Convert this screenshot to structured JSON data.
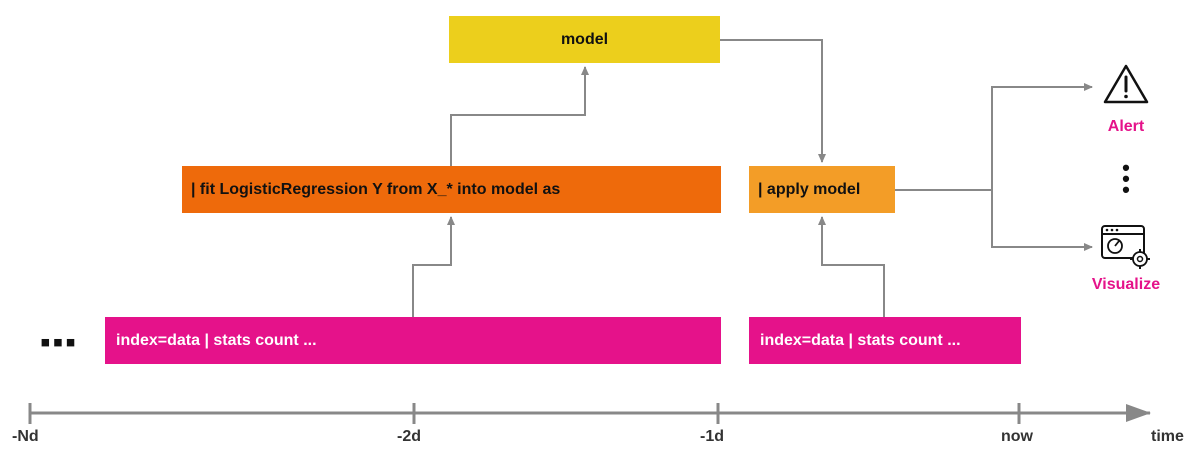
{
  "boxes": {
    "model": "model",
    "fit": "| fit LogisticRegression Y from X_* into model as",
    "apply": "| apply model",
    "search_past": "index=data | stats count ...",
    "search_now": "index=data | stats count ..."
  },
  "ellipsis_left": "▪▪▪",
  "outputs": {
    "alert_label": "Alert",
    "visualize_label": "Visualize",
    "more": "•\n•\n•"
  },
  "timeline": {
    "ticks": [
      "-Nd",
      "-2d",
      "-1d",
      "now"
    ],
    "axis_label": "time"
  },
  "colors": {
    "model": "#eccf1c",
    "fit": "#ee6a0b",
    "apply": "#f39d27",
    "search": "#e5128a",
    "connector": "#888888",
    "axis": "#888888"
  },
  "icons": [
    "warning-triangle-icon",
    "dashboard-settings-icon"
  ]
}
